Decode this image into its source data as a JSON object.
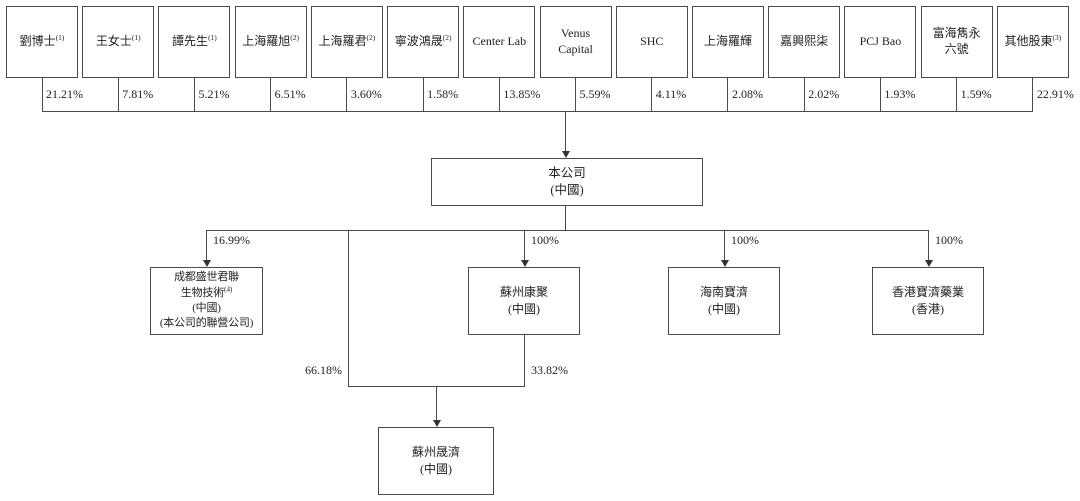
{
  "shareholders": [
    {
      "name": "劉博士",
      "sup": "(1)",
      "pct": "21.21%"
    },
    {
      "name": "王女士",
      "sup": "(1)",
      "pct": "7.81%"
    },
    {
      "name": "譚先生",
      "sup": "(1)",
      "pct": "5.21%"
    },
    {
      "name": "上海羅旭",
      "sup": "(2)",
      "pct": "6.51%"
    },
    {
      "name": "上海羅君",
      "sup": "(2)",
      "pct": "3.60%"
    },
    {
      "name": "寧波鴻晟",
      "sup": "(2)",
      "pct": "1.58%"
    },
    {
      "name": "Center Lab",
      "sup": "",
      "pct": "13.85%"
    },
    {
      "name": "Venus\nCapital",
      "sup": "",
      "pct": "5.59%"
    },
    {
      "name": "SHC",
      "sup": "",
      "pct": "4.11%"
    },
    {
      "name": "上海羅輝",
      "sup": "",
      "pct": "2.08%"
    },
    {
      "name": "嘉興熙柒",
      "sup": "",
      "pct": "2.02%"
    },
    {
      "name": "PCJ Bao",
      "sup": "",
      "pct": "1.93%"
    },
    {
      "name": "富海雋永\n六號",
      "sup": "",
      "pct": "1.59%"
    },
    {
      "name": "其他股東",
      "sup": "(3)",
      "pct": "22.91%"
    }
  ],
  "company": {
    "name": "本公司",
    "jurisdiction": "(中國)"
  },
  "subsidiaries": {
    "chengdu": {
      "line1": "成都盛世君聯",
      "line2": "生物技術",
      "sup": "(4)",
      "jurisdiction": "(中國)",
      "note": "(本公司的聯營公司)",
      "pct": "16.99%"
    },
    "kangju": {
      "name": "蘇州康聚",
      "jurisdiction": "(中國)",
      "pct": "100%"
    },
    "hainan": {
      "name": "海南寶濟",
      "jurisdiction": "(中國)",
      "pct": "100%"
    },
    "hongkong": {
      "name": "香港寶濟藥業",
      "jurisdiction": "(香港)",
      "pct": "100%"
    },
    "shengji": {
      "name": "蘇州晟濟",
      "jurisdiction": "(中國)",
      "pct_from_company": "66.18%",
      "pct_from_kangju": "33.82%"
    }
  },
  "colors": {
    "line": "#4a4a4a",
    "text": "#222222",
    "background": "#ffffff"
  }
}
